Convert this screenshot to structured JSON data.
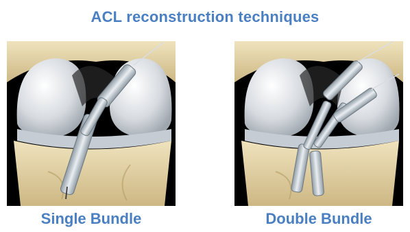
{
  "title": "ACL reconstruction techniques",
  "panels": [
    {
      "caption": "Single Bundle"
    },
    {
      "caption": "Double Bundle"
    }
  ],
  "colors": {
    "text_blue": "#4a7fc1",
    "background": "#ffffff",
    "panel_bg": "#000000",
    "cartilage": "#dfe3e8",
    "bone": "#e8d8a8",
    "graft": "#b8c4cc"
  },
  "icons": {
    "left_image": "single-bundle-acl-illustration",
    "right_image": "double-bundle-acl-illustration"
  }
}
